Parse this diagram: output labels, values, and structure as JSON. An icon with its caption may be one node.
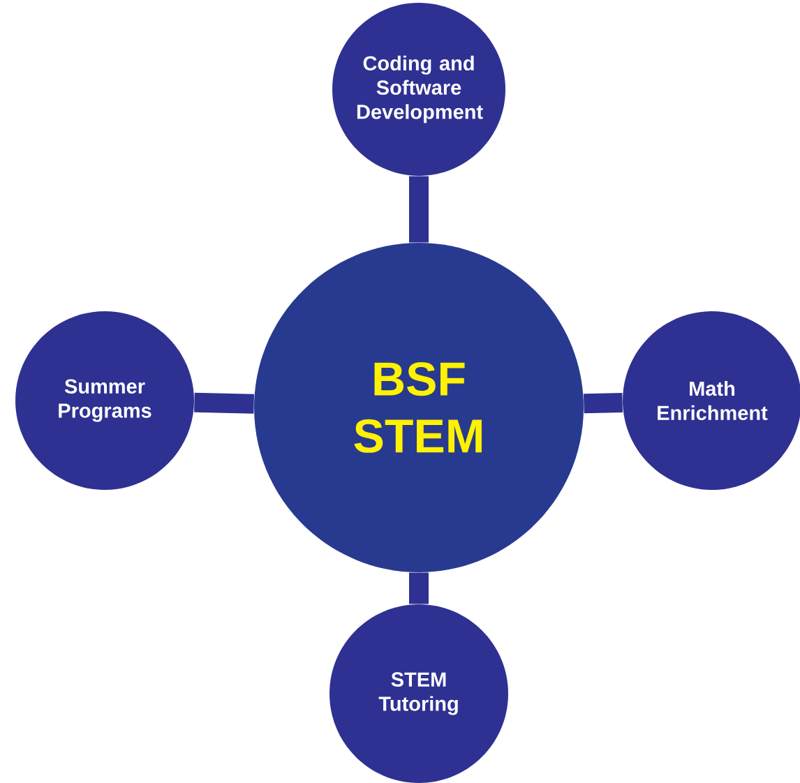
{
  "diagram": {
    "nodes": [
      {
        "text": [
          "BSF STEM"
        ]
      },
      {
        "text": [
          "Coding and Software Development"
        ]
      },
      {
        "text": [
          "Summer Programs"
        ]
      },
      {
        "text": [
          "Math Enrichment"
        ]
      },
      {
        "text": [
          "STEM Tutoring"
        ]
      }
    ],
    "edges": [
      {
        "from": 0,
        "to": 1,
        "arrow": "none"
      },
      {
        "from": 0,
        "to": 2,
        "arrow": "none"
      },
      {
        "from": 0,
        "to": 3,
        "arrow": "none"
      },
      {
        "from": 0,
        "to": 4,
        "arrow": "none"
      }
    ]
  }
}
